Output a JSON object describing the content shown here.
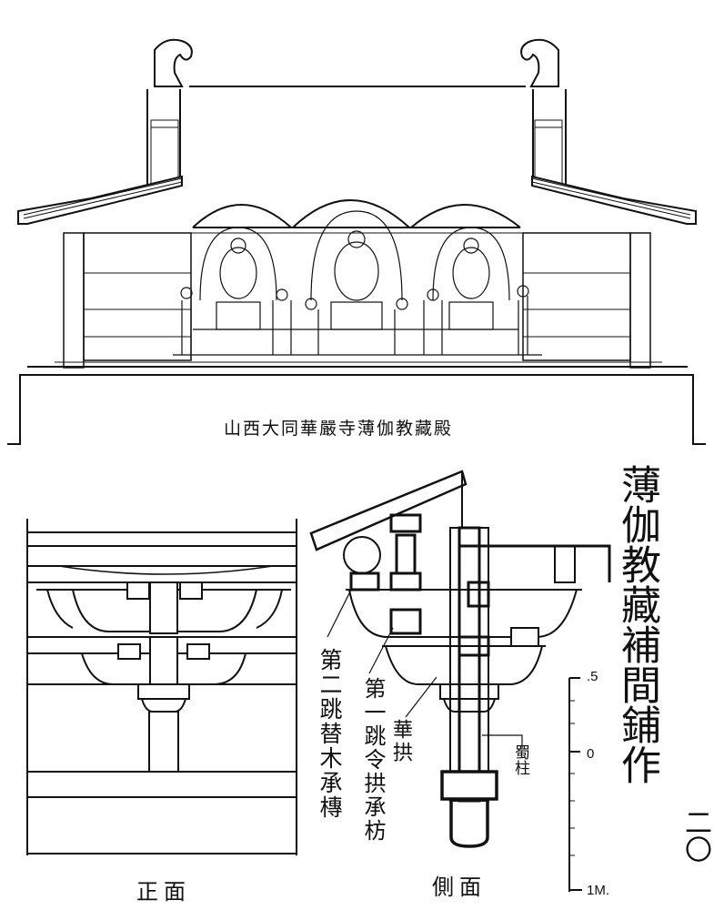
{
  "hall": {
    "caption": "山西大同華嚴寺薄伽教藏殿"
  },
  "detail": {
    "title": "薄伽教藏補間鋪作",
    "page_number": "二〇",
    "labels": {
      "second_tier": "第二跳替木承槫",
      "first_tier": "第一跳令拱承枋",
      "huagong": "華拱",
      "shuzhu": "蜀柱"
    },
    "front_caption": "正面",
    "side_caption": "側面",
    "scale": {
      "top": ".5",
      "mid": "0",
      "bottom": "1M."
    }
  }
}
